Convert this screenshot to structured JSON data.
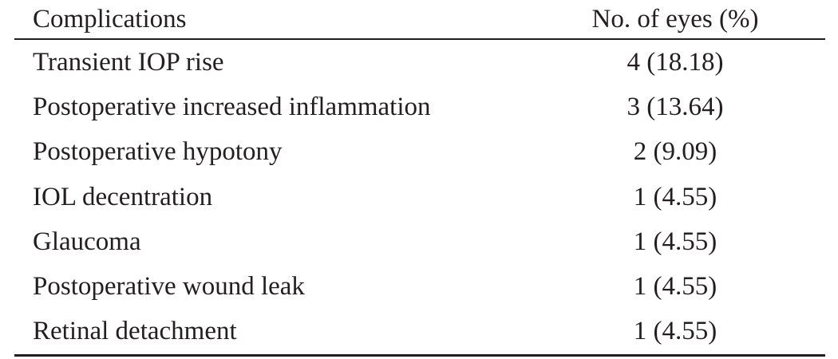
{
  "table": {
    "columns": [
      "Complications",
      "No. of eyes (%)"
    ],
    "rows": [
      {
        "complication": "Transient IOP rise",
        "eyes": "4 (18.18)"
      },
      {
        "complication": "Postoperative increased inflammation",
        "eyes": "3 (13.64)"
      },
      {
        "complication": "Postoperative hypotony",
        "eyes": "2 (9.09)"
      },
      {
        "complication": "IOL decentration",
        "eyes": "1 (4.55)"
      },
      {
        "complication": "Glaucoma",
        "eyes": "1 (4.55)"
      },
      {
        "complication": "Postoperative wound leak",
        "eyes": "1 (4.55)"
      },
      {
        "complication": "Retinal detachment",
        "eyes": "1 (4.55)"
      }
    ]
  }
}
